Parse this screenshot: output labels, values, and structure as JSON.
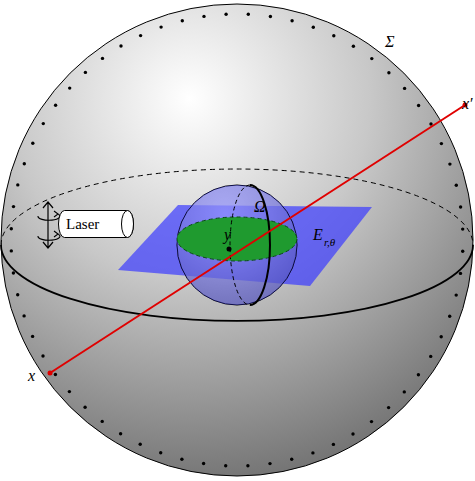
{
  "diagram": {
    "nodes": [
      {
        "text": [
          "Laser"
        ]
      }
    ],
    "labels": [
      "Σ",
      "x′",
      "Ω",
      "y",
      "E",
      "r,θ",
      "x"
    ]
  }
}
